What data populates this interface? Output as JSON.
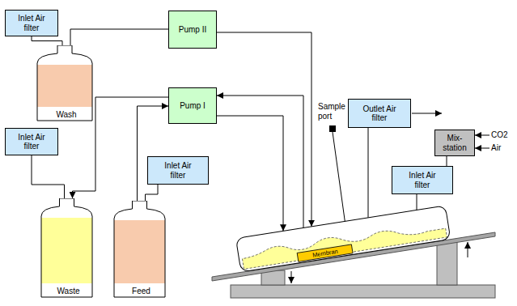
{
  "diagram": {
    "nodes": [
      {
        "text": [
          "Inlet Air filter"
        ]
      },
      {
        "text": [
          "Pump II"
        ]
      },
      {
        "text": [
          "Wash"
        ]
      },
      {
        "text": [
          "Pump I"
        ]
      },
      {
        "text": [
          "Inlet Air filter"
        ]
      },
      {
        "text": [
          "Inlet Air filter"
        ]
      },
      {
        "text": [
          "Outlet Air filter"
        ]
      },
      {
        "text": [
          "Mix-station"
        ]
      },
      {
        "text": [
          "Inlet Air filter"
        ]
      },
      {
        "text": [
          "Waste"
        ]
      },
      {
        "text": [
          "Feed"
        ]
      },
      {
        "text": [
          "Membran"
        ]
      }
    ],
    "edges": [
      {
        "from": 0,
        "to": 2,
        "arrow": "none"
      },
      {
        "from": 2,
        "to": 1,
        "arrow": "none"
      },
      {
        "from": 1,
        "to": 11,
        "arrow": "to"
      },
      {
        "from": 10,
        "to": 3,
        "arrow": "to"
      },
      {
        "from": 3,
        "to": 9,
        "arrow": "to"
      },
      {
        "from": 3,
        "to": 11,
        "arrow": "to"
      },
      {
        "from": 11,
        "to": 3,
        "arrow": "to"
      },
      {
        "from": 4,
        "to": 9,
        "arrow": "none"
      },
      {
        "from": 5,
        "to": 10,
        "arrow": "none"
      },
      {
        "from": 11,
        "to": 6,
        "arrow": "none"
      },
      {
        "from": 7,
        "to": 8,
        "arrow": "none"
      },
      {
        "from": 8,
        "to": 11,
        "arrow": "none"
      }
    ],
    "labels": [
      "Sample port",
      "CO2",
      "Air"
    ]
  }
}
